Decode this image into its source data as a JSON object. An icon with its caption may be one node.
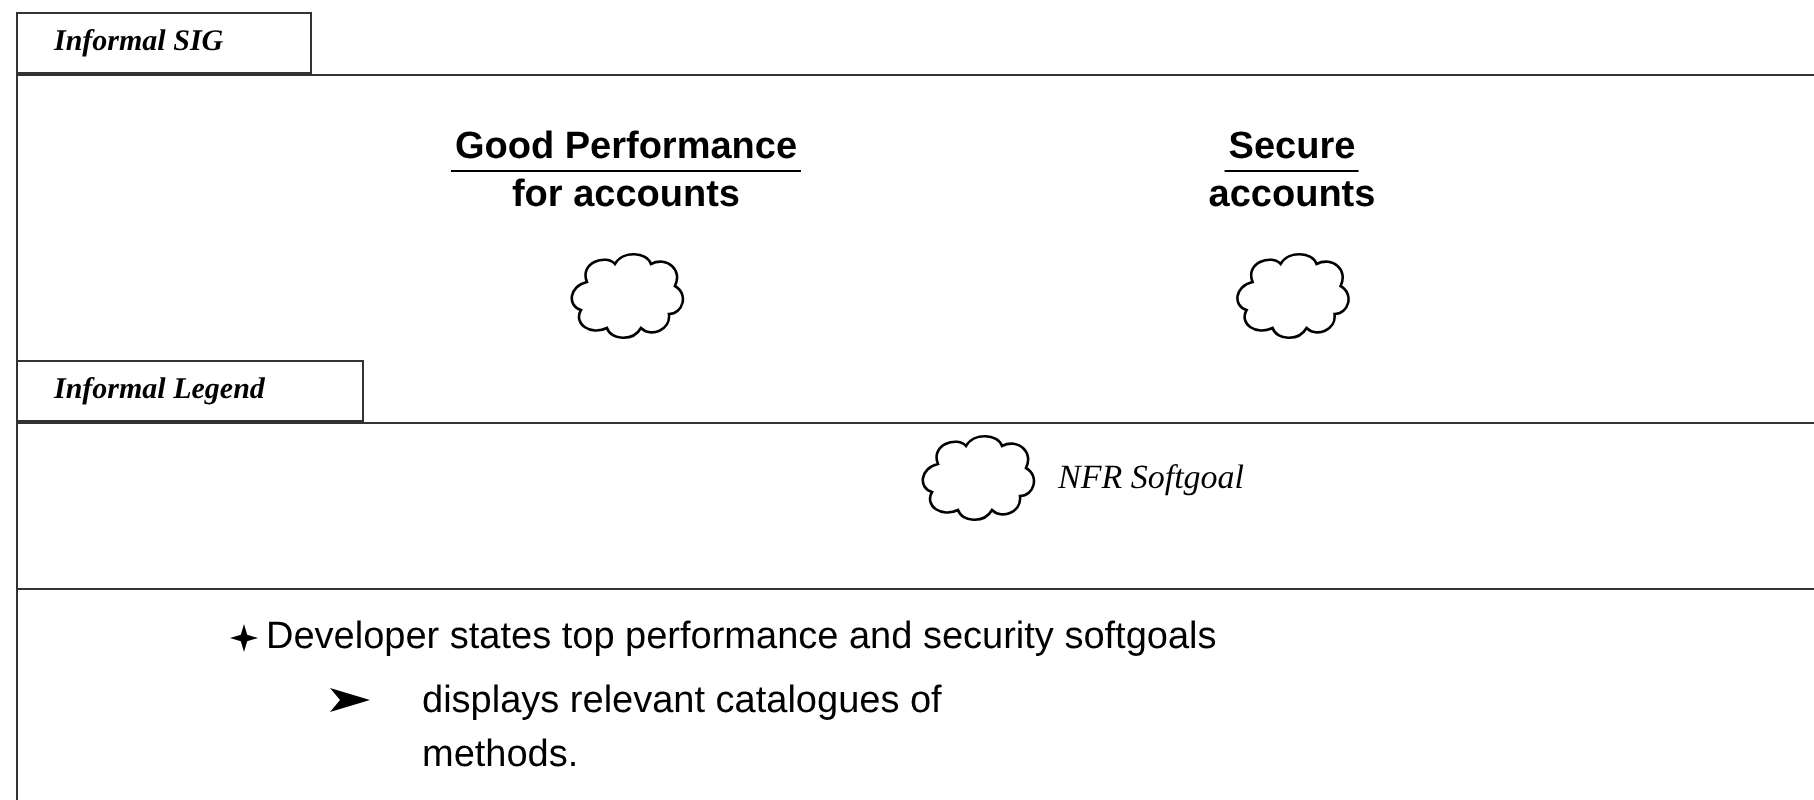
{
  "diagram": {
    "nodes": [
      {
        "text": [
          "Informal SIG"
        ]
      },
      {
        "text": [
          "Good Performance",
          "for accounts"
        ],
        "in": 0
      },
      {
        "text": [
          "Secure",
          "accounts"
        ],
        "in": 0
      },
      {
        "text": [
          "Informal Legend"
        ]
      }
    ],
    "labels": [
      "Developer states top performance and security softgoals",
      "displays relevant catalogues of methods."
    ],
    "legend": [
      {
        "text": "NFR Softgoal"
      }
    ]
  }
}
